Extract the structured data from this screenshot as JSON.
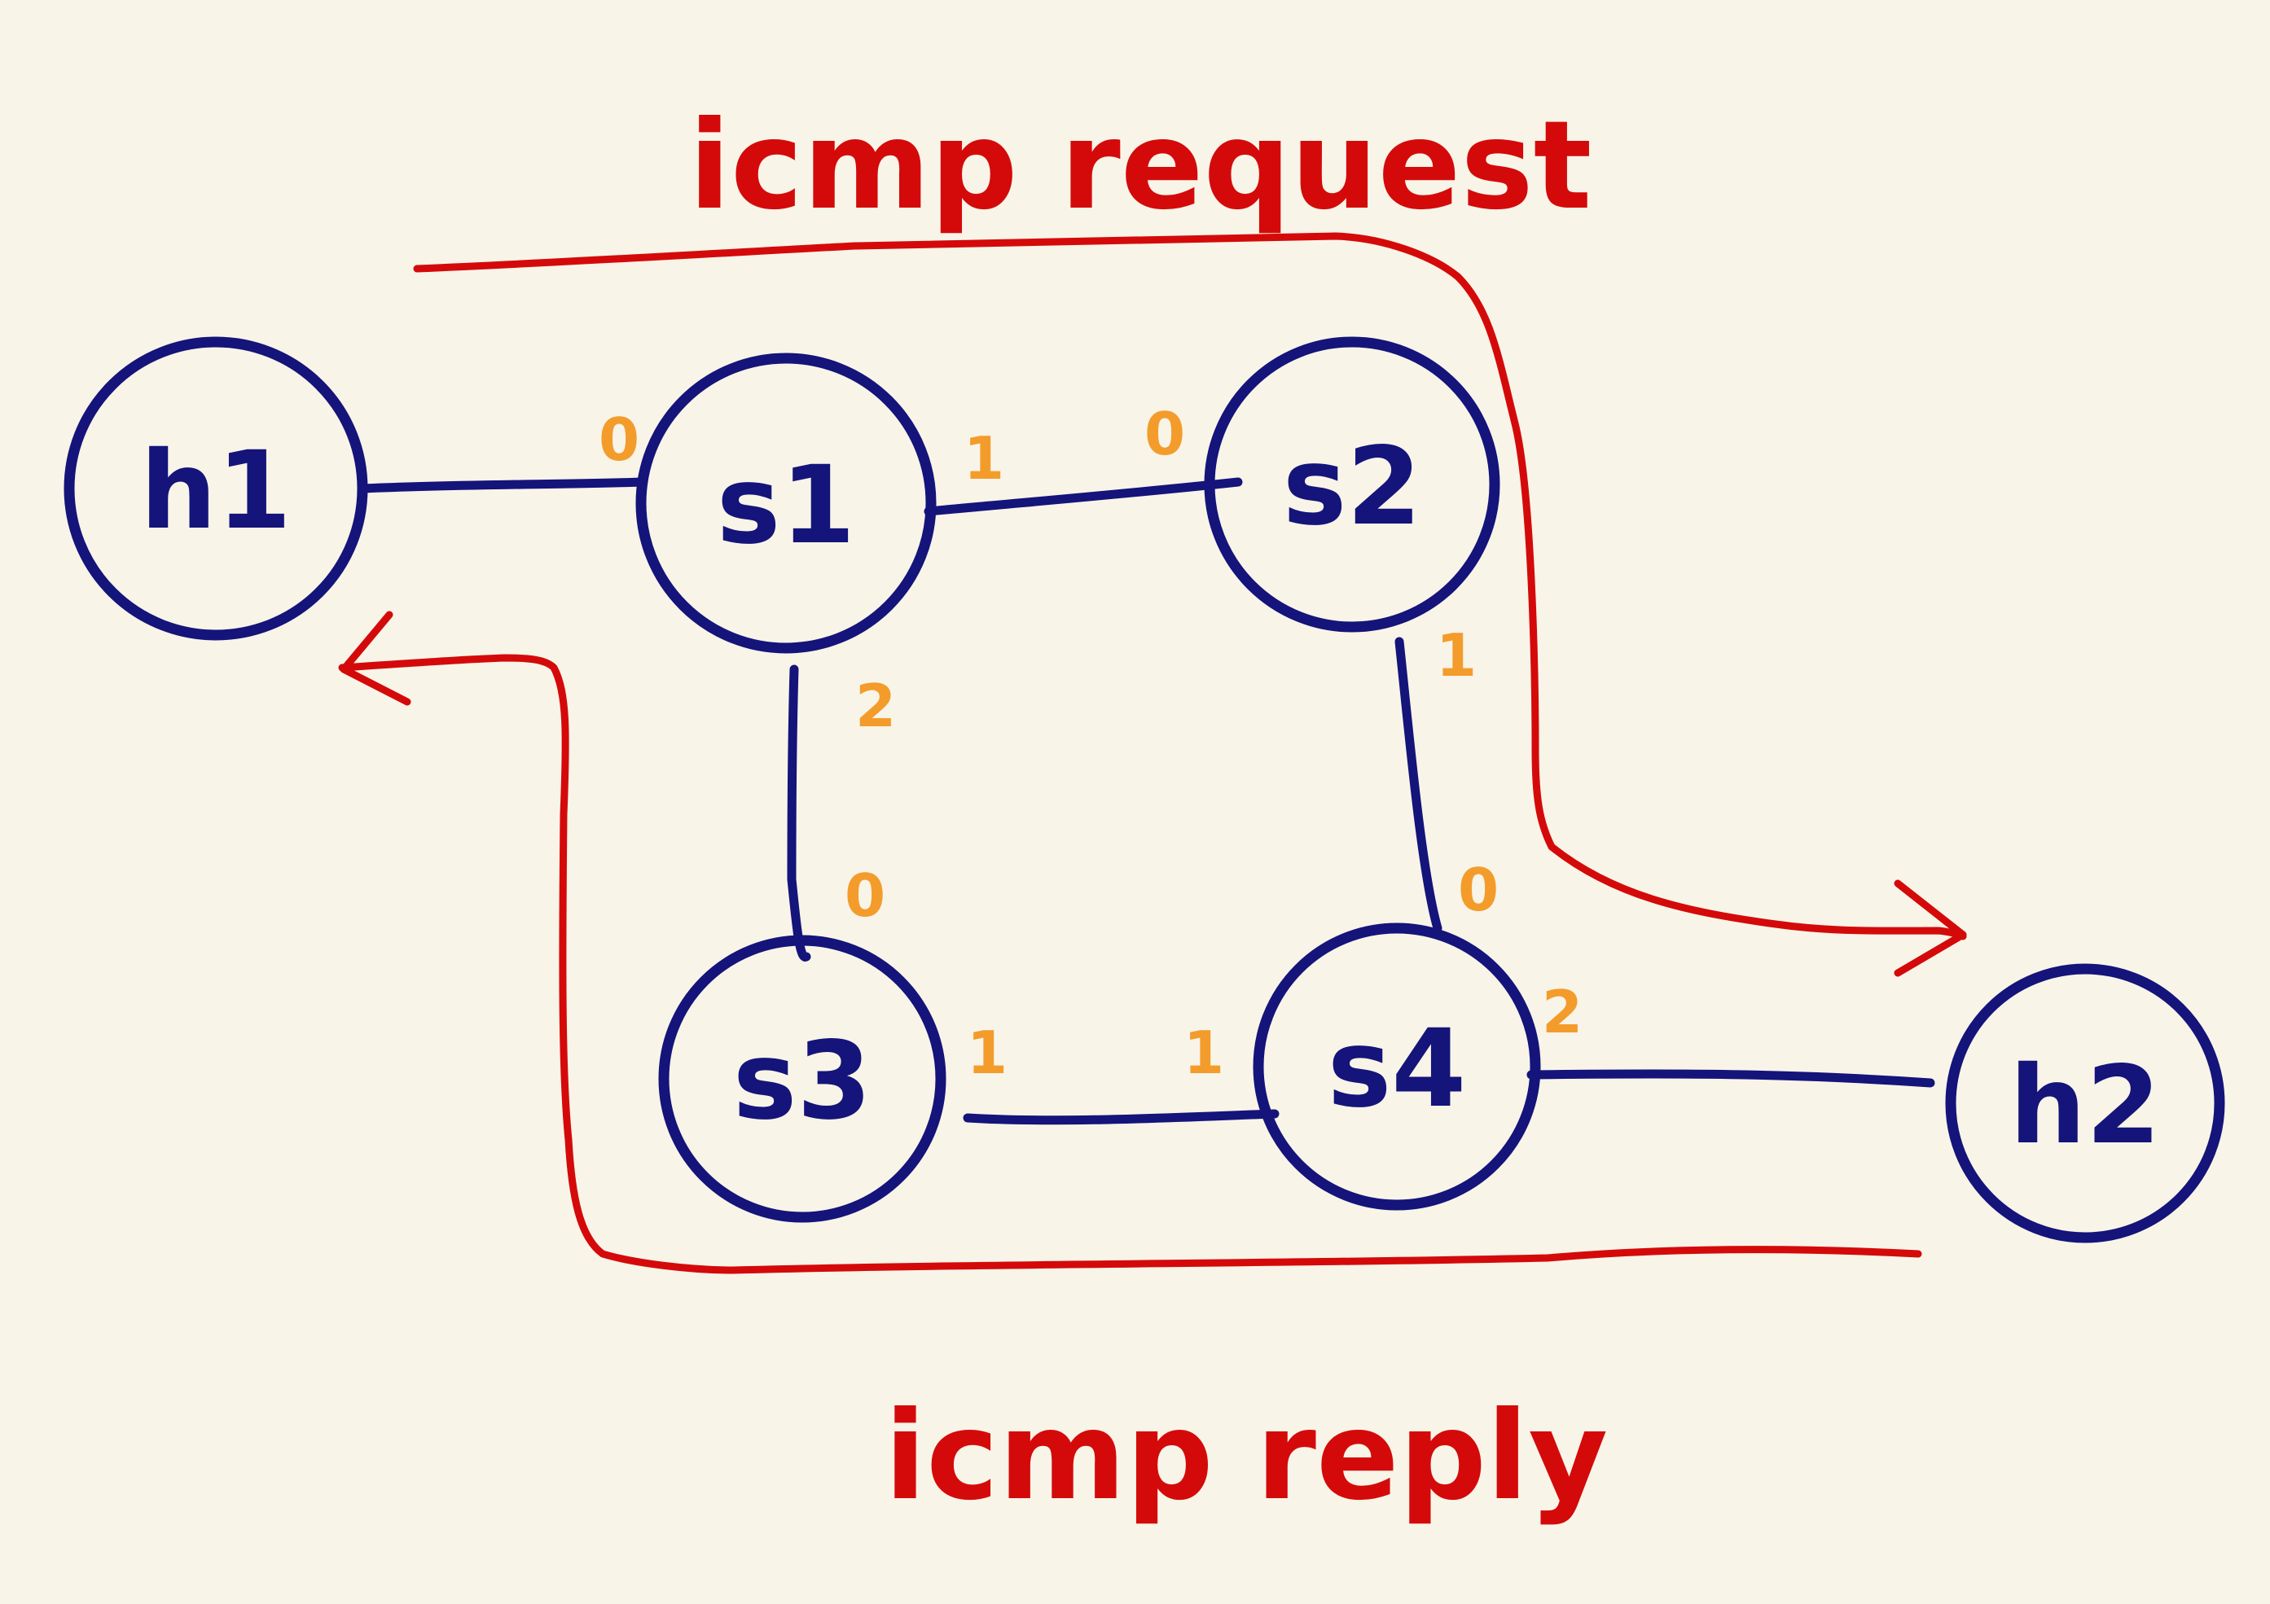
{
  "colors": {
    "background": "#f8f4e8",
    "node": "#14147a",
    "port": "#f39c2b",
    "flow": "#d40a0a"
  },
  "labels": {
    "request": "icmp request",
    "reply": "icmp reply"
  },
  "nodes": {
    "h1": "h1",
    "s1": "s1",
    "s2": "s2",
    "s3": "s3",
    "s4": "s4",
    "h2": "h2"
  },
  "ports": {
    "s1_h1": "0",
    "s1_s2": "1",
    "s1_s3": "2",
    "s2_s1": "0",
    "s2_s4": "1",
    "s3_s1": "0",
    "s3_s4": "1",
    "s4_s2": "0",
    "s4_s3": "1",
    "s4_h2": "2"
  },
  "links": [
    [
      "h1",
      "s1"
    ],
    [
      "s1",
      "s2"
    ],
    [
      "s1",
      "s3"
    ],
    [
      "s2",
      "s4"
    ],
    [
      "s3",
      "s4"
    ],
    [
      "s4",
      "h2"
    ]
  ]
}
